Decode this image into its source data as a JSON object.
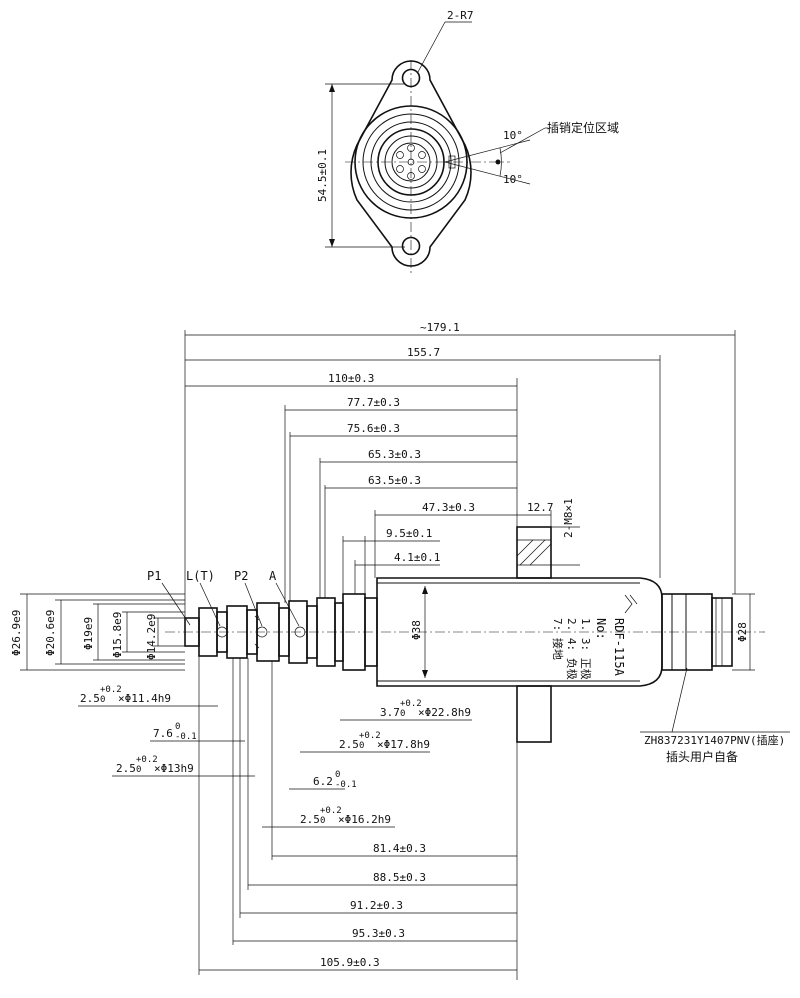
{
  "top_view": {
    "radius_label": "2-R7",
    "height_dim": "54.5±0.1",
    "angle_upper": "10°",
    "angle_lower": "10°",
    "pin_region_label": "插销定位区域"
  },
  "main_view": {
    "horizontal_dims": [
      "~179.1",
      "155.7",
      "110±0.3",
      "77.7±0.3",
      "75.6±0.3",
      "65.3±0.3",
      "63.5±0.3",
      "47.3±0.3",
      "12.7",
      "9.5±0.1",
      "4.1±0.1"
    ],
    "bottom_dims": [
      "81.4±0.3",
      "88.5±0.3",
      "91.2±0.3",
      "95.3±0.3",
      "105.9±0.3"
    ],
    "groove_dims": {
      "g1_main": "2.5",
      "g1_tol": "+0.2",
      "g1_tol0": "0",
      "g1_dia": "×Φ11.4h9",
      "g2": "7.6",
      "g2_tol": "0",
      "g2_tol2": "-0.1",
      "g3_main": "2.5",
      "g3_tol": "+0.2",
      "g3_tol0": "0",
      "g3_dia": "×Φ13h9",
      "g4_main": "3.7",
      "g4_tol": "+0.2",
      "g4_tol0": "0",
      "g4_dia": "×Φ22.8h9",
      "g5_main": "2.5",
      "g5_tol": "+0.2",
      "g5_tol0": "0",
      "g5_dia": "×Φ17.8h9",
      "g6": "6.2",
      "g6_tol": "0",
      "g6_tol2": "-0.1",
      "g7_main": "2.5",
      "g7_tol": "+0.2",
      "g7_tol0": "0",
      "g7_dia": "×Φ16.2h9"
    },
    "diameters": [
      "Φ26.9e9",
      "Φ20.6e9",
      "Φ19e9",
      "Φ15.8e9",
      "Φ14.2e9"
    ],
    "body_dia": "Φ38",
    "connector_dia": "Φ28",
    "thread": "2-M8×1",
    "ports": [
      "P1",
      "L(T)",
      "P2",
      "A"
    ],
    "model": "RDF-115A",
    "no_label": "No:",
    "pin_notes": [
      "1. 3: 正极",
      "2. 4: 负极",
      "7: 接地"
    ],
    "connector_part": "ZH837231Y1407PNV(插座)",
    "plug_note": "插头用户自备"
  }
}
